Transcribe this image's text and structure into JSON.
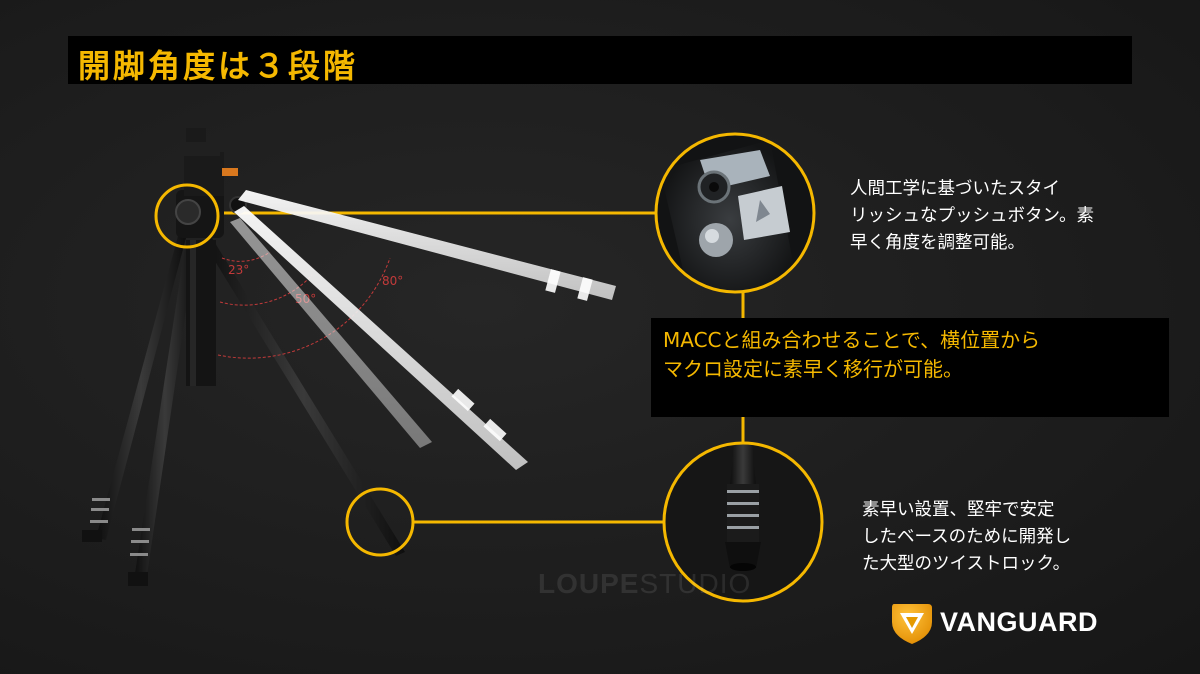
{
  "title": "開脚角度は３段階",
  "angles": [
    "23°",
    "50°",
    "80°"
  ],
  "callout_top": {
    "lines": [
      "人間工学に基づいたスタイ",
      "リッシュなプッシュボタン。素",
      "早く角度を調整可能。"
    ]
  },
  "callout_middle": {
    "lines": [
      "MACCと組み合わせることで、横位置から",
      "マクロ設定に素早く移行が可能。"
    ]
  },
  "callout_bottom": {
    "lines": [
      "素早い設置、堅牢で安定",
      "したベースのために開発し",
      "た大型のツイストロック。"
    ]
  },
  "watermark": {
    "part1": "LOUPE",
    "part2": "STUDIO"
  },
  "brand": {
    "name": "VANGUARD"
  },
  "colors": {
    "accent": "#f5b800",
    "background": "#1c1c1c",
    "angle_mark": "#c23a3a"
  }
}
